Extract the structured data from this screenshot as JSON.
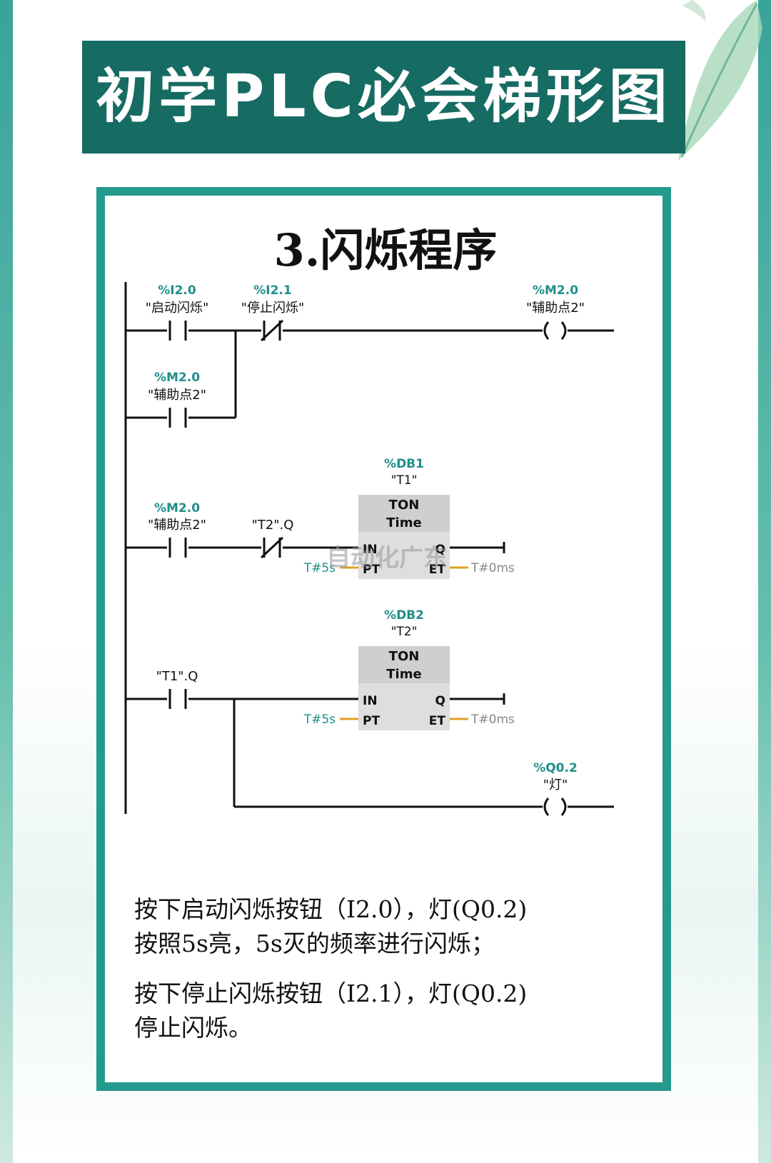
{
  "banner": {
    "title": "初学PLC必会梯形图"
  },
  "section": {
    "title": "3.闪烁程序"
  },
  "ladder": {
    "rung1": {
      "contact1": {
        "address": "%I2.0",
        "name": "\"启动闪烁\""
      },
      "contact2": {
        "address": "%I2.1",
        "name": "\"停止闪烁\""
      },
      "coil": {
        "address": "%M2.0",
        "name": "\"辅助点2\""
      },
      "branch_contact": {
        "address": "%M2.0",
        "name": "\"辅助点2\""
      }
    },
    "rung2": {
      "contact1": {
        "address": "%M2.0",
        "name": "\"辅助点2\""
      },
      "contact2": {
        "name": "\"T2\".Q"
      },
      "timer": {
        "db": "%DB1",
        "name": "\"T1\"",
        "type": "TON",
        "subtype": "Time",
        "in": "IN",
        "pt": "PT",
        "q": "Q",
        "et": "ET",
        "pt_value": "T#5s",
        "et_value": "T#0ms"
      }
    },
    "rung3": {
      "contact1": {
        "name": "\"T1\".Q"
      },
      "timer": {
        "db": "%DB2",
        "name": "\"T2\"",
        "type": "TON",
        "subtype": "Time",
        "in": "IN",
        "pt": "PT",
        "q": "Q",
        "et": "ET",
        "pt_value": "T#5s",
        "et_value": "T#0ms"
      },
      "coil": {
        "address": "%Q0.2",
        "name": "\"灯\""
      }
    },
    "watermark": "自动化广东",
    "colors": {
      "address": "#1f8f8a",
      "wire": "#111111",
      "box": "#d8d8d8",
      "box_header": "#c9c9c9",
      "param": "#e0a020"
    }
  },
  "description": {
    "line1": "按下启动闪烁按钮（I2.0），灯(Q0.2)",
    "line2": "按照5s亮，5s灭的频率进行闪烁；",
    "line3": "按下停止闪烁按钮（I2.1），灯(Q0.2)",
    "line4": "停止闪烁。"
  }
}
